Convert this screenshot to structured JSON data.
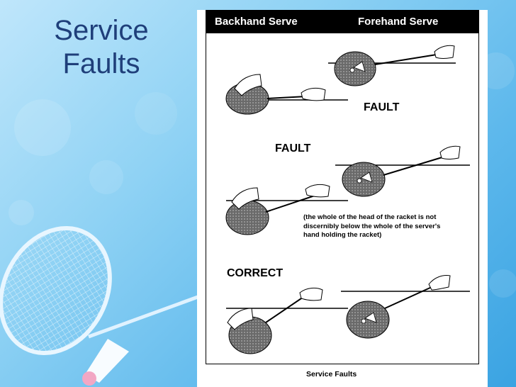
{
  "slide": {
    "title_line1": "Service",
    "title_line2": "Faults"
  },
  "figure": {
    "header_backhand": "Backhand Serve",
    "header_forehand": "Forehand Serve",
    "label_fault_forehand": "FAULT",
    "label_fault_backhand": "FAULT",
    "label_correct": "CORRECT",
    "note_line1": "(the whole of the head of the racket is not",
    "note_line2": "discernibly below the whole of the server's",
    "note_line3": "hand holding the racket)",
    "caption": "Service Faults"
  }
}
